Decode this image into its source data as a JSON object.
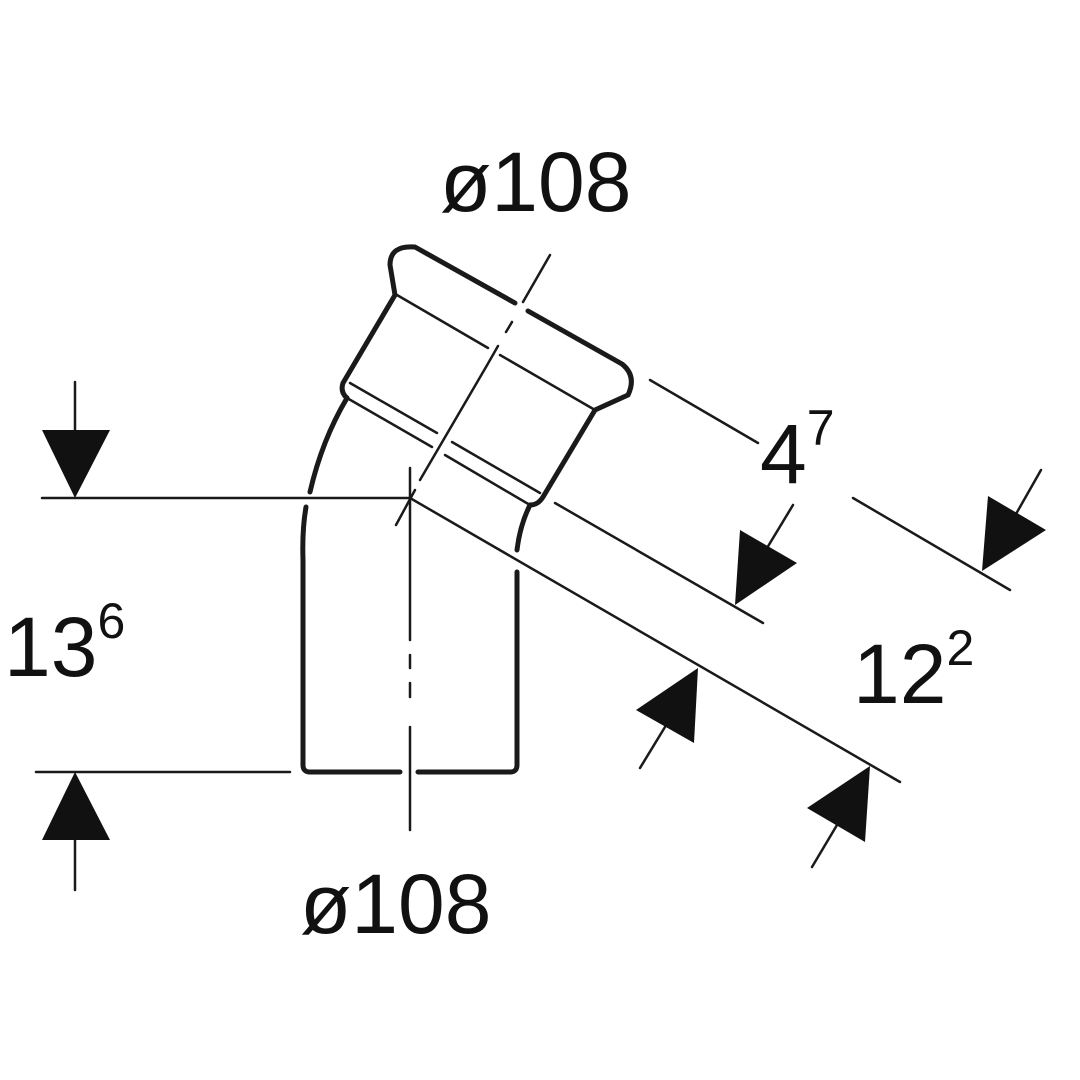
{
  "labels": {
    "top_diameter": "ø108",
    "bottom_diameter": "ø108",
    "insertion_depth": {
      "main": "4",
      "sup": "7"
    },
    "height": {
      "main": "13",
      "sup": "6"
    },
    "length": {
      "main": "12",
      "sup": "2"
    }
  },
  "colors": {
    "line": "#1a1a1a",
    "background": "#ffffff"
  }
}
